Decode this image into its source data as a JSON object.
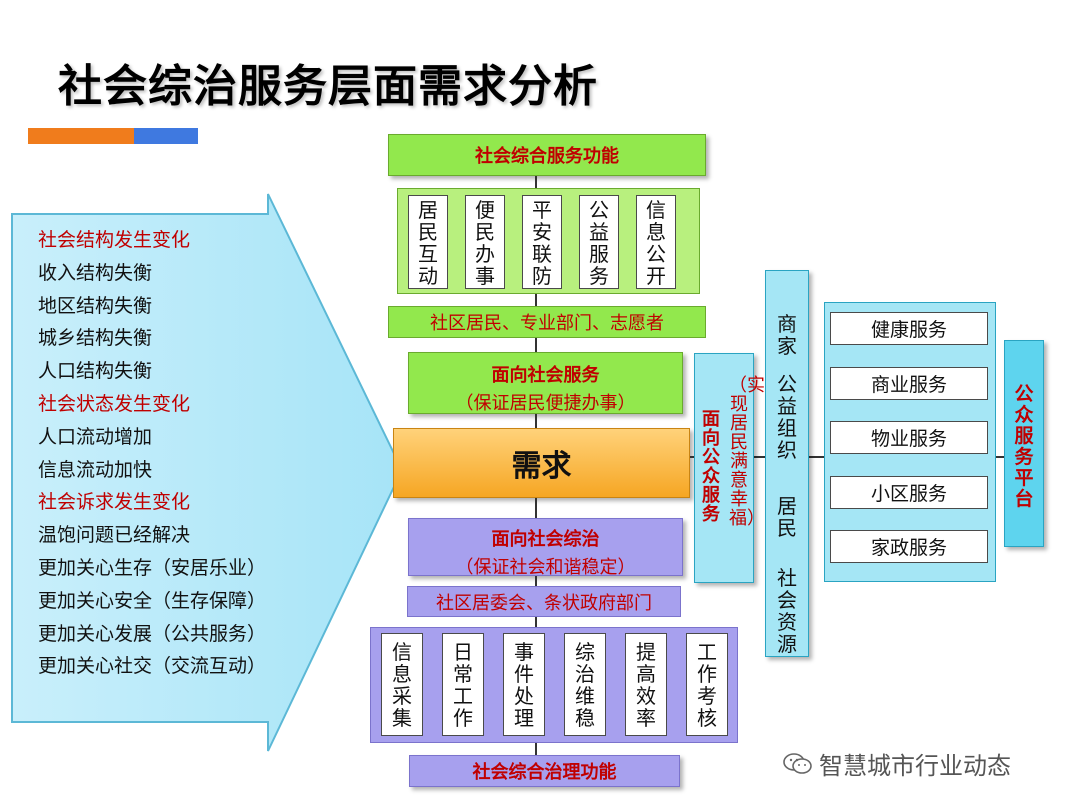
{
  "title": "社会综治服务层面需求分析",
  "left_arrow": {
    "items": [
      {
        "text": "社会结构发生变化",
        "heading": true
      },
      {
        "text": "收入结构失衡",
        "heading": false
      },
      {
        "text": "地区结构失衡",
        "heading": false
      },
      {
        "text": "城乡结构失衡",
        "heading": false
      },
      {
        "text": "人口结构失衡",
        "heading": false
      },
      {
        "text": "社会状态发生变化",
        "heading": true
      },
      {
        "text": "人口流动增加",
        "heading": false
      },
      {
        "text": "信息流动加快",
        "heading": false
      },
      {
        "text": "社会诉求发生变化",
        "heading": true
      },
      {
        "text": "温饱问题已经解决",
        "heading": false
      },
      {
        "text": "更加关心生存（安居乐业）",
        "heading": false
      },
      {
        "text": "更加关心安全（生存保障）",
        "heading": false
      },
      {
        "text": "更加关心发展（公共服务）",
        "heading": false
      },
      {
        "text": "更加关心社交（交流互动）",
        "heading": false
      }
    ]
  },
  "top_stack": {
    "header": "社会综合服务功能",
    "functions": [
      "居民互动",
      "便民办事",
      "平安联防",
      "公益服务",
      "信息公开"
    ],
    "participants": "社区居民、专业部门、志愿者",
    "service_title": "面向社会服务",
    "service_sub": "（保证居民便捷办事）"
  },
  "center": "需求",
  "bottom_stack": {
    "gov_title": "面向社会综治",
    "gov_sub": "（保证社会和谐稳定）",
    "participants": "社区居委会、条状政府部门",
    "functions": [
      "信息采集",
      "日常工作",
      "事件处理",
      "综治维稳",
      "提高效率",
      "工作考核"
    ],
    "footer": "社会综合治理功能"
  },
  "right": {
    "public_service_sub": "（实现居民满意幸福）",
    "public_service_title": "面向公众服务",
    "resources": [
      "商家",
      "公益组织",
      "居民",
      "社会资源"
    ],
    "services": [
      "健康服务",
      "商业服务",
      "物业服务",
      "小区服务",
      "家政服务"
    ],
    "platform": "公众服务平台"
  },
  "watermark": "智慧城市行业动态",
  "icons": {
    "watermark": "wechat-icon"
  },
  "colors": {
    "green": "#92e84d",
    "purple": "#a7a0ee",
    "cyan": "#5ed4ee",
    "orange": "#f6a623",
    "red": "#c00000"
  }
}
